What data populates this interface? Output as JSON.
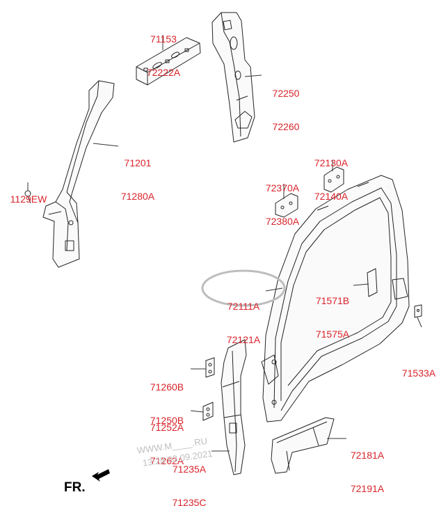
{
  "colors": {
    "label": "#d9232a",
    "line": "#222222",
    "highlight": "#bdbdbd",
    "watermark": "#bfbfbf"
  },
  "labels": {
    "p71153": [
      "71153",
      "72222A"
    ],
    "p72250": [
      "72250",
      "72260"
    ],
    "p71201": [
      "71201",
      "71280A"
    ],
    "p1129ew": [
      "1129EW"
    ],
    "p72130a": [
      "72130A",
      "72140A"
    ],
    "p72370a": [
      "72370A",
      "72380A"
    ],
    "p72111a": [
      "72111A",
      "72121A"
    ],
    "p71571b": [
      "71571B",
      "71575A"
    ],
    "p71533a": [
      "71533A"
    ],
    "p71260b": [
      "71260B",
      "71250B"
    ],
    "p71252a": [
      "71252A",
      "71262A"
    ],
    "p71235a": [
      "71235A",
      "71235C"
    ],
    "p72181a": [
      "72181A",
      "72191A"
    ]
  },
  "watermark": {
    "line1": "WWW.M____.RU",
    "line2": "13:28 03.09.2021"
  },
  "direction": {
    "text": "FR.",
    "icon": "arrow-icon"
  }
}
